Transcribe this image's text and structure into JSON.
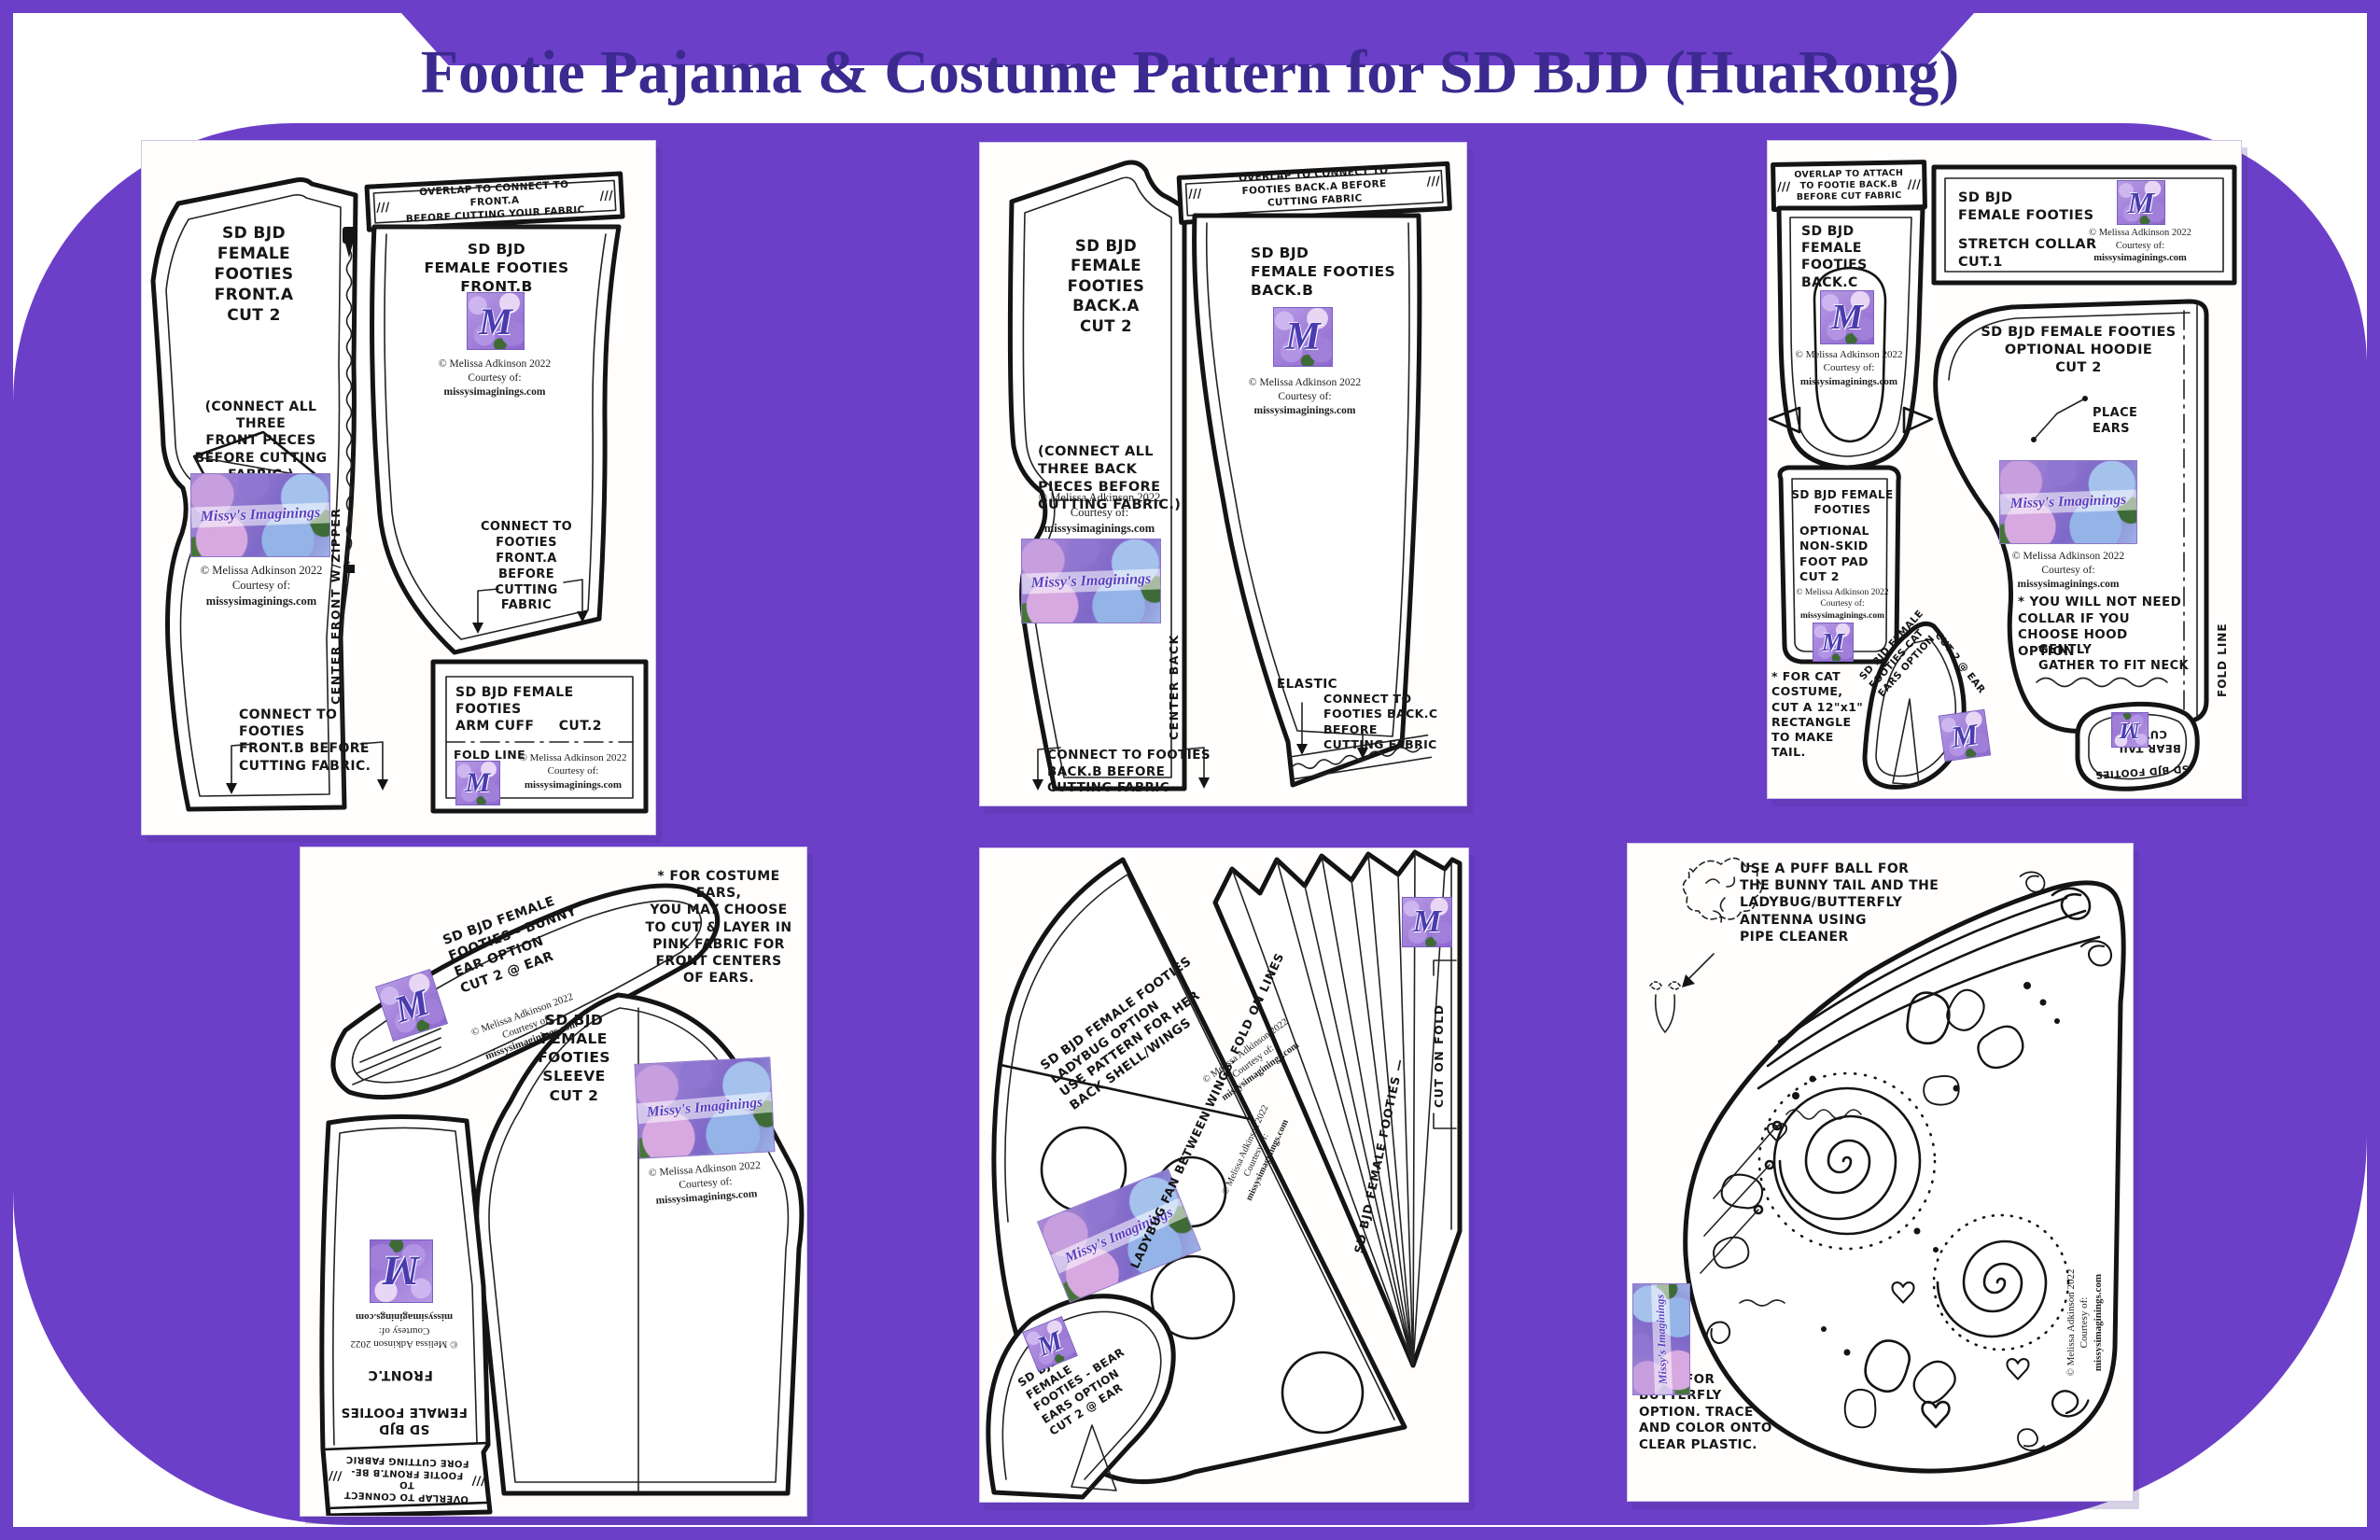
{
  "title": "Footie Pajama & Costume Pattern for SD BJD (HuaRong)",
  "colors": {
    "purple": "#6b3fc8",
    "title_ink": "#3c2a91",
    "line_ink": "#141414"
  },
  "branding": {
    "banner": "Missy's Imaginings",
    "monogram": "M",
    "copyright": "© Melissa Adkinson 2022",
    "courtesy": "Courtesy of:",
    "site": "missysimaginings.com",
    "hatch": "///"
  },
  "panel_front": {
    "front_a_label": "SD BJD\nFEMALE\nFOOTIES\nFRONT.A\nCUT 2",
    "front_a_note": "(CONNECT ALL THREE\nFRONT PIECES\nBEFORE CUTTING\nFABRIC.)",
    "front_a_connect": "CONNECT TO FOOTIES\nFRONT.B BEFORE\nCUTTING FABRIC.",
    "front_a_grain": "CENTER FRONT W/ZIPPER",
    "front_b_band": "OVERLAP TO CONNECT TO FRONT.A\nBEFORE CUTTING YOUR FABRIC",
    "front_b_label": "SD BJD\nFEMALE FOOTIES\nFRONT.B",
    "front_b_connect": "CONNECT TO\nFOOTIES FRONT.A\nBEFORE\nCUTTING FABRIC",
    "arm_cuff_label": "SD BJD FEMALE FOOTIES\nARM CUFF     CUT.2",
    "fold_line": "FOLD LINE"
  },
  "panel_back": {
    "back_a_label": "SD BJD\nFEMALE\nFOOTIES\nBACK.A\nCUT 2",
    "back_a_note": "(CONNECT ALL\nTHREE BACK\nPIECES BEFORE\nCUTTING FABRIC.)",
    "back_a_grain": "CENTER BACK",
    "back_a_connect": "CONNECT TO FOOTIES\nBACK.B BEFORE\nCUTTING FABRIC",
    "back_b_band": "OVERLAP TO CONNECT TO\nFOOTIES BACK.A BEFORE\nCUTTING FABRIC",
    "back_b_label": "SD BJD\nFEMALE FOOTIES\nBACK.B",
    "elastic": "ELASTIC",
    "back_b_connect": "CONNECT TO\nFOOTIES BACK.C\nBEFORE\nCUTTING FABRIC"
  },
  "panel_extras": {
    "back_c_band": "OVERLAP TO ATTACH\nTO FOOTIE BACK.B\nBEFORE CUT FABRIC",
    "back_c_label": "SD BJD\nFEMALE\nFOOTIES\nBACK.C",
    "collar_label": "SD BJD\nFEMALE FOOTIES",
    "collar_label2": "STRETCH COLLAR\nCUT.1",
    "hoodie_label": "SD BJD FEMALE FOOTIES\nOPTIONAL HOODIE\nCUT 2",
    "place_ears": "PLACE\nEARS",
    "collar_note": "* YOU WILL NOT NEED\nCOLLAR IF YOU\nCHOOSE HOOD OPTION",
    "gather_note": "GENTLY\nGATHER TO FIT NECK",
    "fold_line": "FOLD LINE",
    "foot_pad_label": "SD BJD FEMALE\nFOOTIES",
    "foot_pad_label2": "OPTIONAL\nNON-SKID\nFOOT PAD\nCUT 2",
    "cat_tail_note": "* FOR CAT\nCOSTUME,\nCUT A 12\"x1\"\nRECTANGLE\nTO MAKE\nTAIL.",
    "cat_ears_label": "SD BJD FEMALE\nFOOTIES CAT\nEARS OPTION",
    "cat_ears_cut": "CUT 2 @ EAR",
    "bear_tail_label": "BEAR TAIL\nCUT 2",
    "bear_tail_label2": "SD BJD FOOTIES"
  },
  "panel_sleeve": {
    "bunny_label": "SD BJD FEMALE\nFOOTIES - BUNNY\nEAR OPTION\nCUT 2 @ EAR",
    "ears_note": "* FOR COSTUME EARS,\nYOU MAY CHOOSE\nTO CUT & LAYER IN\nPINK FABRIC FOR\nFRONT CENTERS\nOF EARS.",
    "sleeve_label": "SD BJD\nFEMALE\nFOOTIES\nSLEEVE\nCUT 2",
    "front_c_label": "SD BJD\nFEMALE FOOTIES",
    "front_c_name": "FRONT.C",
    "front_c_band": "OVERLAP TO CONNECT TO\nFOOTIE FRONT.B BE-\nFORE CUTTING FABRIC"
  },
  "panel_ladybug": {
    "shell_label": "SD BJD FEMALE FOOTIES\nLADYBUG OPTION\nUSE PATTERN FOR HER\nBACK SHELL/WINGS",
    "fan_label": "LADYBUG FAN BETWEEN WINGS. FOLD ON LINES",
    "fan_label2": "SD BJD FEMALE FOOTIES —",
    "cut_on_fold": "CUT ON FOLD",
    "bear_ears_label": "SD BJD\nFEMALE\nFOOTIES - BEAR\nEARS OPTION\nCUT 2 @ EAR"
  },
  "panel_wing": {
    "puff_note": "USE A PUFF BALL FOR\nTHE BUNNY TAIL AND THE\nLADYBUG/BUTTERFLY\nANTENNA USING\nPIPE CLEANER",
    "fairy_note": "FAIRY\nWING FOR\nBUTTERFLY\nOPTION. TRACE\nAND COLOR ONTO\nCLEAR PLASTIC."
  }
}
